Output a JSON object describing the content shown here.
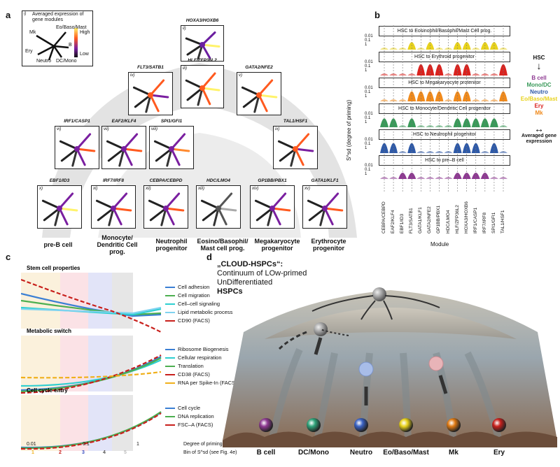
{
  "panels": {
    "a": "a",
    "b": "b",
    "c": "c",
    "d": "d"
  },
  "a": {
    "legend": {
      "index": "i)",
      "title": "Averaged expression of gene modules",
      "scale_high": "High",
      "scale_low": "Low",
      "lineages": [
        "Mk",
        "Eo/Baso/Mast",
        "Ery",
        "B",
        "Neutro",
        "DC/Mono"
      ]
    },
    "modules": [
      {
        "idx": "ii)",
        "name": "HOXA3/HOXB6"
      },
      {
        "idx": "iii)",
        "name": "HLF/ZFP36L2"
      },
      {
        "idx": "iv)",
        "name": "FLT3/SATB1"
      },
      {
        "idx": "v)",
        "name": "GATA2/NFE2"
      },
      {
        "idx": "vi)",
        "name": "IRF1/CASP1"
      },
      {
        "idx": "vii)",
        "name": "EAF2/KLF4"
      },
      {
        "idx": "viii)",
        "name": "SPI1/GFI1"
      },
      {
        "idx": "ix)",
        "name": "TAL1/HSF1"
      },
      {
        "idx": "x)",
        "name": "EBF1/ID3"
      },
      {
        "idx": "xi)",
        "name": "IRF7/IRF8"
      },
      {
        "idx": "xii)",
        "name": "CEBPA/CEBPD"
      },
      {
        "idx": "xiii)",
        "name": "HDC/LMO4"
      },
      {
        "idx": "xiv)",
        "name": "GP1BB/PBX1"
      },
      {
        "idx": "xv)",
        "name": "GATA1/KLF1"
      }
    ],
    "row_labels": [
      "pre-B cell",
      "Monocyte/ Dendritic Cell prog.",
      "Neutrophil progenitor",
      "Eosino/Basophil/ Mast cell prog.",
      "Megakaryocyte progenitor",
      "Erythrocyte progenitor"
    ]
  },
  "b": {
    "ylabel": "S^sd (degree of priming)",
    "xlabel": "Module",
    "yticks": [
      "0.01",
      "0.1",
      "1"
    ],
    "rows": [
      {
        "title": "HSC to Eosinophil/Basophil/Mast Cell prog.",
        "color": "#e8d21c"
      },
      {
        "title": "HSC to Erythroid progenitor",
        "color": "#d9231f"
      },
      {
        "title": "HSC to Megakaryocyte protenitor",
        "color": "#f08a1c"
      },
      {
        "title": "HSC to Monocyte/Dendritic Cell progenitor",
        "color": "#3a9a5a"
      },
      {
        "title": "HSC to Neutrophil progenitor",
        "color": "#2f5aa8"
      },
      {
        "title": "HSC to pre–B cell",
        "color": "#8e3a92"
      }
    ],
    "modules": [
      "CEBPA/CEBPD",
      "EAF2/KLF4",
      "EBF1/ID3",
      "FLT3/SATB1",
      "GATA1/KLF1",
      "GATA2/NFE2",
      "GP1BB/PBX1",
      "HDC/LMO4",
      "HLF/ZFP36L2",
      "HOXA3/HOXB6",
      "IRF1/CASP1",
      "IRF7/IRF8",
      "SPI1/GFI1",
      "TAL1/HSF1"
    ],
    "legend": {
      "top": "HSC",
      "items": [
        {
          "label": "B cell",
          "color": "#8e3a92"
        },
        {
          "label": "Mono/DC",
          "color": "#3a9a5a"
        },
        {
          "label": "Neutro",
          "color": "#2f5aa8"
        },
        {
          "label": "Eo/Baso/Mast",
          "color": "#e8d21c"
        },
        {
          "label": "Ery",
          "color": "#d9231f"
        },
        {
          "label": "Mk",
          "color": "#f08a1c"
        }
      ],
      "bottom": "Averaged gene expression"
    }
  },
  "c": {
    "sections": [
      {
        "title": "Stem cell properties",
        "items": [
          {
            "label": "Cell adhesion",
            "color": "#3b7fd4"
          },
          {
            "label": "Cell migration",
            "color": "#4caf50"
          },
          {
            "label": "Cell–cell signaling",
            "color": "#2ecfd0"
          },
          {
            "label": "Lipid metabolic process",
            "color": "#7fd3f0"
          },
          {
            "label": "CD90 (FACS)",
            "color": "#c8201c"
          }
        ]
      },
      {
        "title": "Metabolic switch",
        "items": [
          {
            "label": "Ribosome Biogenesis",
            "color": "#3b7fd4"
          },
          {
            "label": "Cellular respiration",
            "color": "#2ecfd0"
          },
          {
            "label": "Translation",
            "color": "#4caf50"
          },
          {
            "label": "CD38 (FACS)",
            "color": "#c8201c"
          },
          {
            "label": "RNA per Spike-In (FACS)",
            "color": "#f0b01c"
          }
        ]
      },
      {
        "title": "Cell cycle entry",
        "items": [
          {
            "label": "Cell cycle",
            "color": "#3b7fd4"
          },
          {
            "label": "DNA replication",
            "color": "#4caf50"
          },
          {
            "label": "FSC–A (FACS)",
            "color": "#c8201c"
          }
        ]
      }
    ],
    "xticks": [
      "0.01",
      "0.1",
      "1"
    ],
    "bins": [
      "1",
      "2",
      "3",
      "4",
      "5"
    ],
    "xlabel1": "Degree of priming S^sd",
    "xlabel2": "Bin of S^sd (see Fig. 4e)"
  },
  "d": {
    "title_line1": "„CLOUD-HSPCs“:",
    "title_line2": "Continuum of LOw-primed",
    "title_line3": "UnDifferentiated",
    "title_line4": "HSPCs",
    "balls": [
      {
        "label": "B cell",
        "color": "#8e3a92"
      },
      {
        "label": "DC/Mono",
        "color": "#2fa37a"
      },
      {
        "label": "Neutro",
        "color": "#3a62c4"
      },
      {
        "label": "Eo/Baso/Mast",
        "color": "#e8d21c"
      },
      {
        "label": "Mk",
        "color": "#e07a12"
      },
      {
        "label": "Ery",
        "color": "#c8201c"
      }
    ]
  }
}
